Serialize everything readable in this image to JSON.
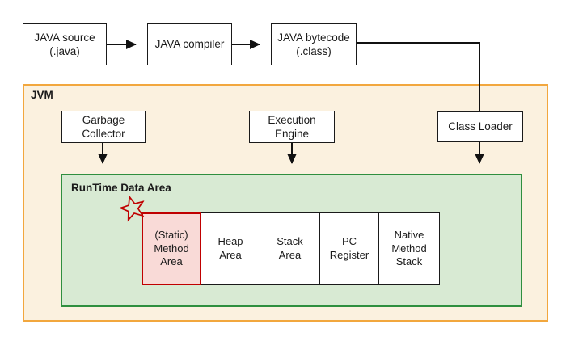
{
  "diagram": {
    "external": {
      "java_source": {
        "line1": "JAVA source",
        "line2": "(.java)"
      },
      "java_compiler": {
        "label": "JAVA compiler"
      },
      "java_bytecode": {
        "line1": "JAVA bytecode",
        "line2": "(.class)"
      }
    },
    "jvm": {
      "label": "JVM",
      "garbage_collector": {
        "line1": "Garbage",
        "line2": "Collector"
      },
      "execution_engine": {
        "line1": "Execution",
        "line2": "Engine"
      },
      "class_loader": {
        "label": "Class Loader"
      },
      "runtime_data_area": {
        "label": "RunTime Data Area",
        "areas": [
          {
            "lines": [
              "(Static)",
              "Method",
              "Area"
            ],
            "highlighted": true
          },
          {
            "lines": [
              "Heap",
              "Area"
            ],
            "highlighted": false
          },
          {
            "lines": [
              "Stack",
              "Area"
            ],
            "highlighted": false
          },
          {
            "lines": [
              "PC",
              "Register"
            ],
            "highlighted": false
          },
          {
            "lines": [
              "Native",
              "Method",
              "Stack"
            ],
            "highlighted": false
          }
        ]
      }
    },
    "colors": {
      "jvm_border": "#F2A73E",
      "jvm_background": "#FBF1DF",
      "runtime_border": "#2F8F3F",
      "runtime_background": "#D8EAD3",
      "highlight_border": "#C00000",
      "highlight_background": "#F9DAD7",
      "connector": "#111111"
    }
  }
}
